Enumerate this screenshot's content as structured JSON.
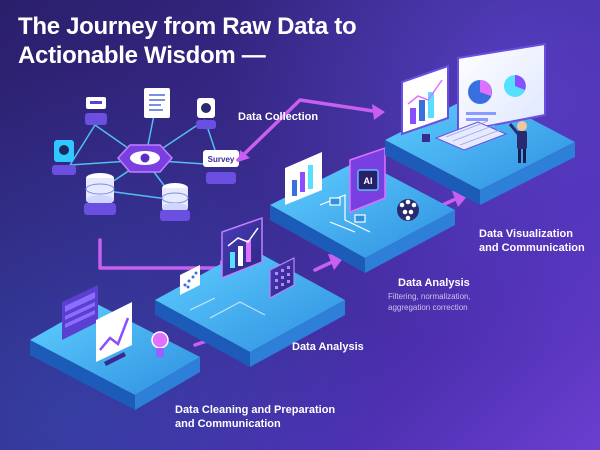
{
  "title": {
    "line1": "The Journey from Raw Data to",
    "line2": "Actionable Wisdom —"
  },
  "icons": {
    "survey_tag": "Survey",
    "ai_chip": "AI"
  },
  "stages": {
    "collection": {
      "label": "Data Collection"
    },
    "visualization": {
      "label_line1": "Data Visualization",
      "label_line2": "and Communication"
    },
    "analysis_upper": {
      "label": "Data Analysis",
      "note_line1": "Filtering, normalization,",
      "note_line2": "aggregation correction"
    },
    "analysis_lower": {
      "label": "Data Analysis"
    },
    "cleaning": {
      "label_line1": "Data Cleaning and Preparation",
      "label_line2": "and Communication"
    }
  },
  "colors": {
    "platform_top": "#3fb8f0",
    "platform_side": "#1f6fc8",
    "arrow": "#c85ff0",
    "accent_purple": "#8a4dff",
    "accent_cyan": "#55e0ff"
  }
}
